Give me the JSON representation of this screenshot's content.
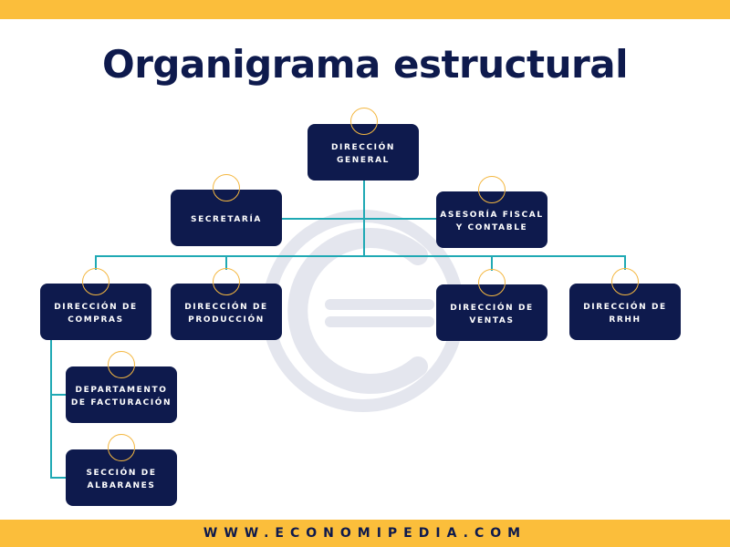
{
  "title": "Organigrama estructural",
  "footer": "WWW.ECONOMIPEDIA.COM",
  "colors": {
    "accent_yellow": "#fbbe3b",
    "node_navy": "#0e1a4d",
    "connector_teal": "#1fa9b4",
    "ring_gold": "#f4b740",
    "watermark_gray": "#e4e6ee"
  },
  "watermark": {
    "icon": "economipedia-logo-icon"
  },
  "nodes": {
    "general": {
      "label": "DIRECCIÓN\nGENERAL"
    },
    "secretaria": {
      "label": "SECRETARÍA"
    },
    "asesoria": {
      "label": "ASESORÍA FISCAL\nY CONTABLE"
    },
    "compras": {
      "label": "DIRECCIÓN DE\nCOMPRAS"
    },
    "produccion": {
      "label": "DIRECCIÓN DE\nPRODUCCIÓN"
    },
    "ventas": {
      "label": "DIRECCIÓN DE\nVENTAS"
    },
    "rrhh": {
      "label": "DIRECCIÓN DE\nRRHH"
    },
    "facturacion": {
      "label": "DEPARTAMENTO\nDE FACTURACIÓN"
    },
    "albaranes": {
      "label": "SECCIÓN DE\nALBARANES"
    }
  },
  "hierarchy": [
    {
      "node": "general",
      "children": [
        "secretaria",
        "asesoria",
        "compras",
        "produccion",
        "ventas",
        "rrhh"
      ]
    },
    {
      "node": "compras",
      "children": [
        "facturacion",
        "albaranes"
      ]
    }
  ]
}
